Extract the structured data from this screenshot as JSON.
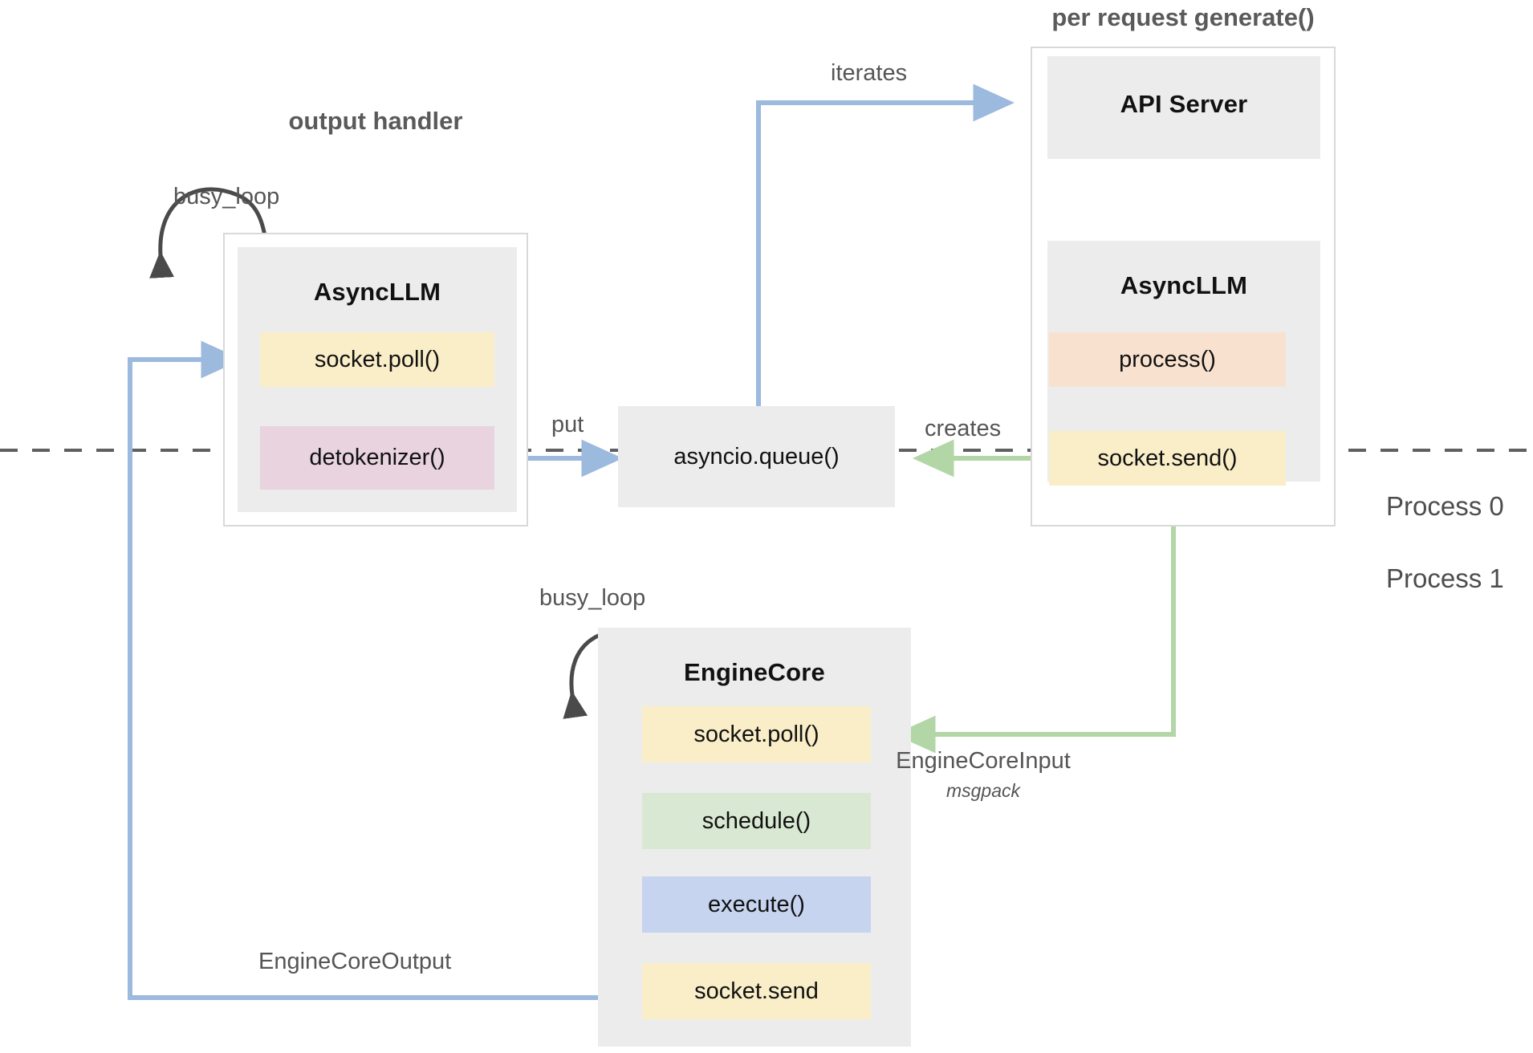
{
  "diagram": {
    "title_hint": "vLLM V1 async engine architecture",
    "groups": [
      {
        "id": "output-handler",
        "label": "output handler"
      },
      {
        "id": "per-request-generate",
        "label": "per request generate()"
      }
    ],
    "process_labels": [
      {
        "id": "process-0",
        "text": "Process 0"
      },
      {
        "id": "process-1",
        "text": "Process 1"
      }
    ],
    "blocks": [
      {
        "id": "async-llm-left",
        "title": "AsyncLLM",
        "methods": [
          {
            "id": "socket-poll",
            "label": "socket.poll()",
            "color": "#faeec8"
          },
          {
            "id": "detokenizer",
            "label": "detokenizer()",
            "color": "#e8d3de"
          }
        ]
      },
      {
        "id": "api-server",
        "title": "API Server",
        "methods": []
      },
      {
        "id": "async-llm-right",
        "title": "AsyncLLM",
        "methods": [
          {
            "id": "process",
            "label": "process()",
            "color": "#f8e2cf"
          },
          {
            "id": "socket-send",
            "label": "socket.send()",
            "color": "#faeec8"
          }
        ]
      },
      {
        "id": "engine-core",
        "title": "EngineCore",
        "methods": [
          {
            "id": "socket-poll",
            "label": "socket.poll()",
            "color": "#faeec8"
          },
          {
            "id": "schedule",
            "label": "schedule()",
            "color": "#d9e8d2"
          },
          {
            "id": "execute",
            "label": "execute()",
            "color": "#c6d4f0"
          },
          {
            "id": "socket-send",
            "label": "socket.send",
            "color": "#faeec8"
          }
        ]
      }
    ],
    "nodes": [
      {
        "id": "asyncio-queue",
        "label": "asyncio.queue()"
      }
    ],
    "edge_labels": [
      {
        "id": "busy-loop-left",
        "text": "busy_loop"
      },
      {
        "id": "busy-loop-engine",
        "text": "busy_loop"
      },
      {
        "id": "put",
        "text": "put"
      },
      {
        "id": "iterates",
        "text": "iterates"
      },
      {
        "id": "creates",
        "text": "creates"
      },
      {
        "id": "engine-core-input",
        "text": "EngineCoreInput"
      },
      {
        "id": "engine-core-input-format",
        "text": "msgpack"
      },
      {
        "id": "engine-core-output",
        "text": "EngineCoreOutput"
      }
    ],
    "colors": {
      "blue_edge": "#9cb9de",
      "green_edge": "#b2d6a5",
      "dark_edge": "#4a4a4a",
      "block_bg": "#ececec",
      "group_border": "#d9d9d9",
      "divider": "#606060",
      "yellow": "#faeec8",
      "pink": "#e8d3de",
      "peach": "#f8e2cf",
      "green": "#d9e8d2",
      "lavender_blue": "#c6d4f0"
    }
  }
}
